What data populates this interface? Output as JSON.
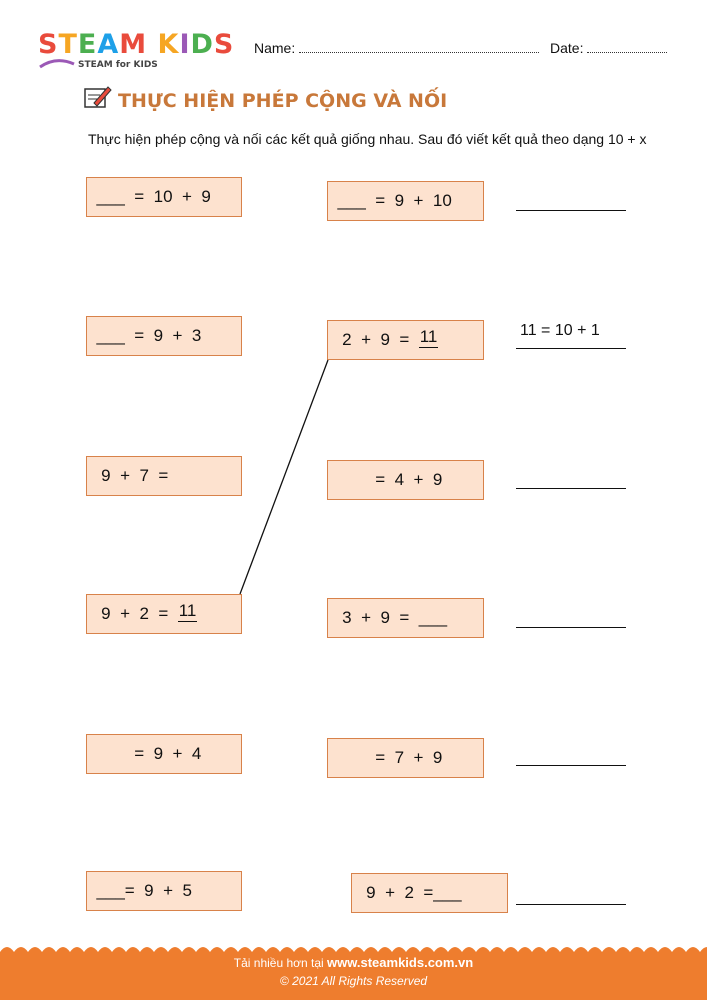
{
  "brand": {
    "logo_text": "STEAM KIDS",
    "logo_sub": "STEAM for KIDS",
    "logo_colors": [
      "#e94b3c",
      "#f6a623",
      "#4caf50",
      "#1ea0e8",
      "#9b59b6"
    ]
  },
  "header": {
    "name_label": "Name:",
    "date_label": "Date:"
  },
  "title": "THỰC HIỆN PHÉP CỘNG VÀ NỐI",
  "instruction": "Thực hiện phép cộng và nối các kết quả giống nhau. Sau đó viết kết quả theo dạng 10 + x",
  "left_boxes": [
    "  ___  =  10  +  9",
    "  ___  =  9  +  3",
    "   9  +  7  =",
    "   9  +  2  =  ",
    "          =  9  +  4",
    "  ___=  9  +  5"
  ],
  "left_answer_4": "11",
  "right_boxes": [
    "  ___  =  9  +  10",
    "   2  +  9  =  ",
    "          =  4  +  9",
    "   3  +  9  =  ___",
    "          =  7  +  9",
    "   9  +  2  =___"
  ],
  "right_answer_2": "11",
  "result_example": "11 = 10 + 1",
  "footer": {
    "line1_prefix": "Tải nhiều hơn tại ",
    "line1_site": "www.steamkids.com.vn",
    "line2": "© 2021 All Rights Reserved"
  },
  "colors": {
    "box_fill": "#fde2cf",
    "box_border": "#d8824a",
    "title": "#c8783a",
    "footer": "#ee7d2e"
  }
}
